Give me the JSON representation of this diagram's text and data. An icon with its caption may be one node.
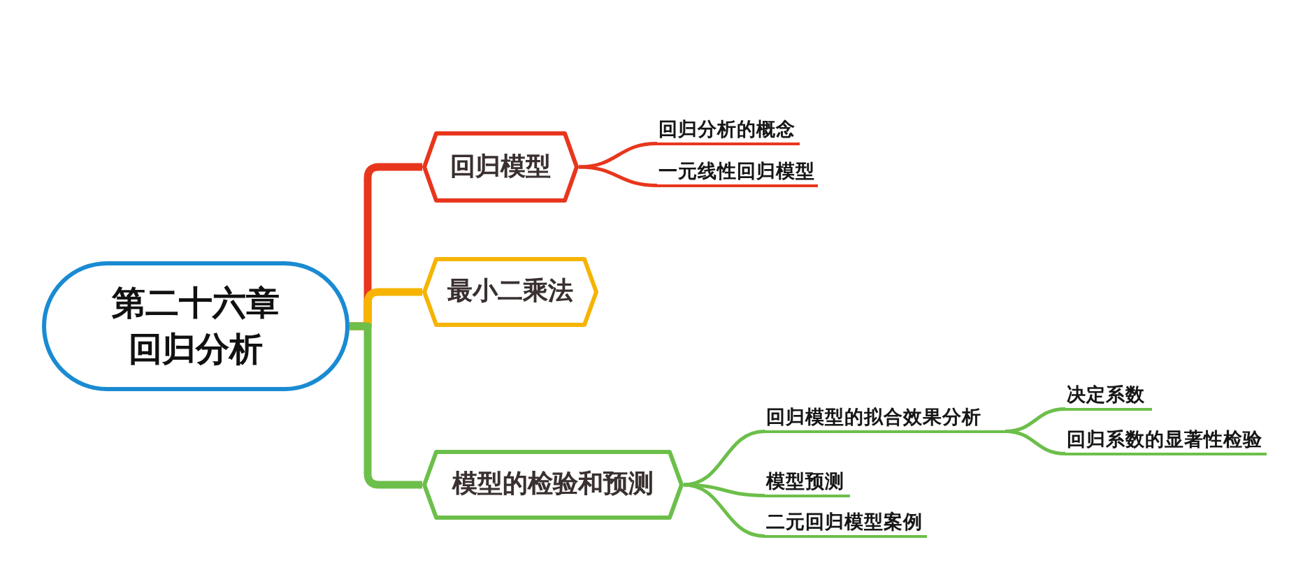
{
  "diagram": {
    "nodes": [
      {
        "text": [
          "第二十六章回归分析"
        ]
      },
      {
        "text": [
          "回归模型"
        ]
      },
      {
        "text": [
          "最小二乘法"
        ]
      },
      {
        "text": [
          "模型的检验和预测"
        ]
      },
      {
        "text": [
          "回归分析的概念"
        ]
      },
      {
        "text": [
          "一元线性回归模型"
        ]
      },
      {
        "text": [
          "回归模型的拟合效果分析"
        ]
      },
      {
        "text": [
          "模型预测"
        ]
      },
      {
        "text": [
          "二元回归模型案例"
        ]
      },
      {
        "text": [
          "决定系数"
        ]
      },
      {
        "text": [
          "回归系数的显著性检验"
        ]
      }
    ],
    "edges": [
      {
        "from": 0,
        "to": 1,
        "arrow": "none",
        "style": "thick",
        "color": "#e8361d"
      },
      {
        "from": 0,
        "to": 2,
        "arrow": "none",
        "style": "thick",
        "color": "#f6b400"
      },
      {
        "from": 0,
        "to": 3,
        "arrow": "none",
        "style": "thick"
      },
      {
        "from": 1,
        "to": 4,
        "arrow": "none",
        "color": "#e8361d"
      },
      {
        "from": 1,
        "to": 5,
        "arrow": "none",
        "color": "#e8361d"
      },
      {
        "from": 3,
        "to": 6,
        "arrow": "none"
      },
      {
        "from": 3,
        "to": 7,
        "arrow": "none"
      },
      {
        "from": 3,
        "to": 8,
        "arrow": "none"
      },
      {
        "from": 6,
        "to": 9,
        "arrow": "none"
      },
      {
        "from": 6,
        "to": 10,
        "arrow": "none"
      }
    ]
  }
}
